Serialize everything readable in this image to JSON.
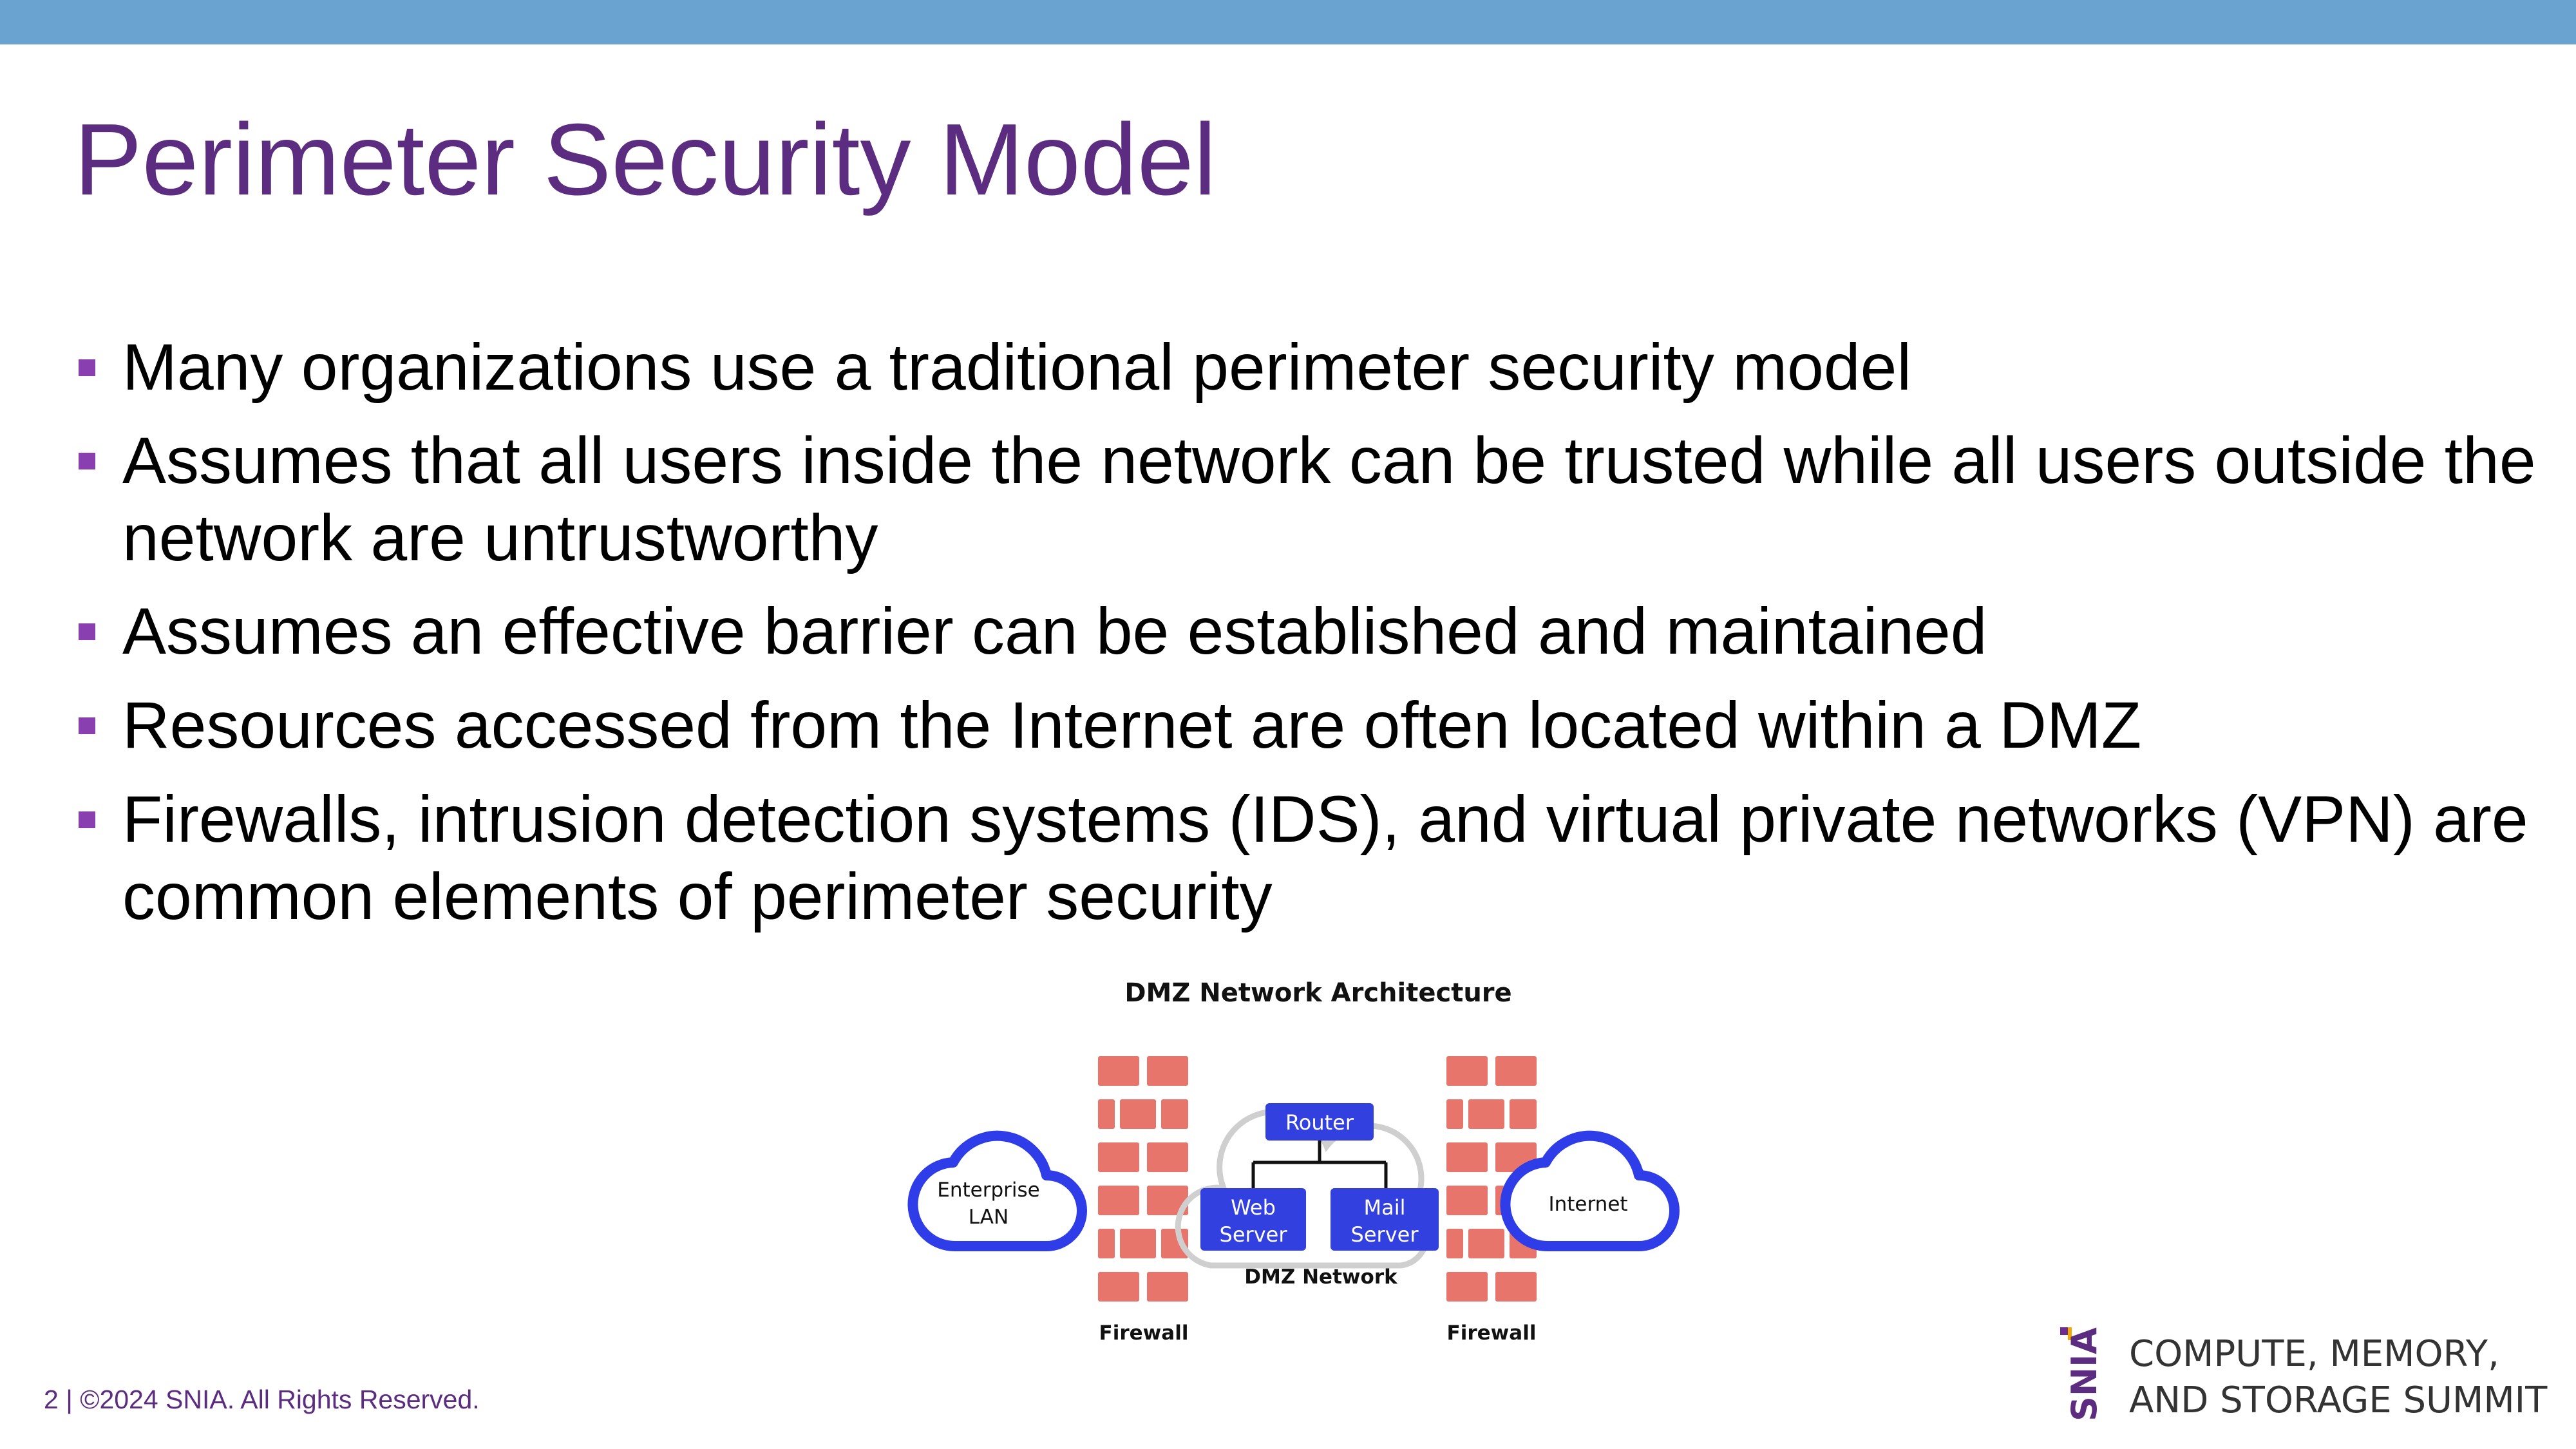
{
  "slide": {
    "title": "Perimeter Security Model",
    "bullets": [
      {
        "text": "Many organizations use a traditional perimeter security model"
      },
      {
        "text": "Assumes that all users inside the network can be trusted while all users outside the network are untrustworthy"
      },
      {
        "text": "Assumes an effective barrier can be established and maintained"
      },
      {
        "text": "Resources accessed from the Internet are often located within a DMZ"
      },
      {
        "text": "Firewalls, intrusion detection systems (IDS), and virtual private networks (VPN) are common elements of perimeter security"
      }
    ]
  },
  "diagram": {
    "title": "DMZ Network Architecture",
    "enterprise_lan": {
      "line1": "Enterprise",
      "line2": "LAN"
    },
    "internet": "Internet",
    "router": "Router",
    "web_server": {
      "line1": "Web",
      "line2": "Server"
    },
    "mail_server": {
      "line1": "Mail",
      "line2": "Server"
    },
    "dmz_network": "DMZ Network",
    "firewall_left": "Firewall",
    "firewall_right": "Firewall"
  },
  "footer": {
    "text": "2 | ©2024 SNIA. All Rights Reserved."
  },
  "logo": {
    "mark": "SNIA",
    "line1": "COMPUTE, MEMORY,",
    "line2": "AND STORAGE SUMMIT"
  },
  "colors": {
    "top_bar": "#6aa3cf",
    "title": "#5b2c7f",
    "bullet_marker": "#8a3fb0",
    "footer_text": "#5b2c7f",
    "firewall_brick": "#e8756b",
    "server_blue": "#3340e0",
    "cloud_outline": "#2f3de8"
  }
}
